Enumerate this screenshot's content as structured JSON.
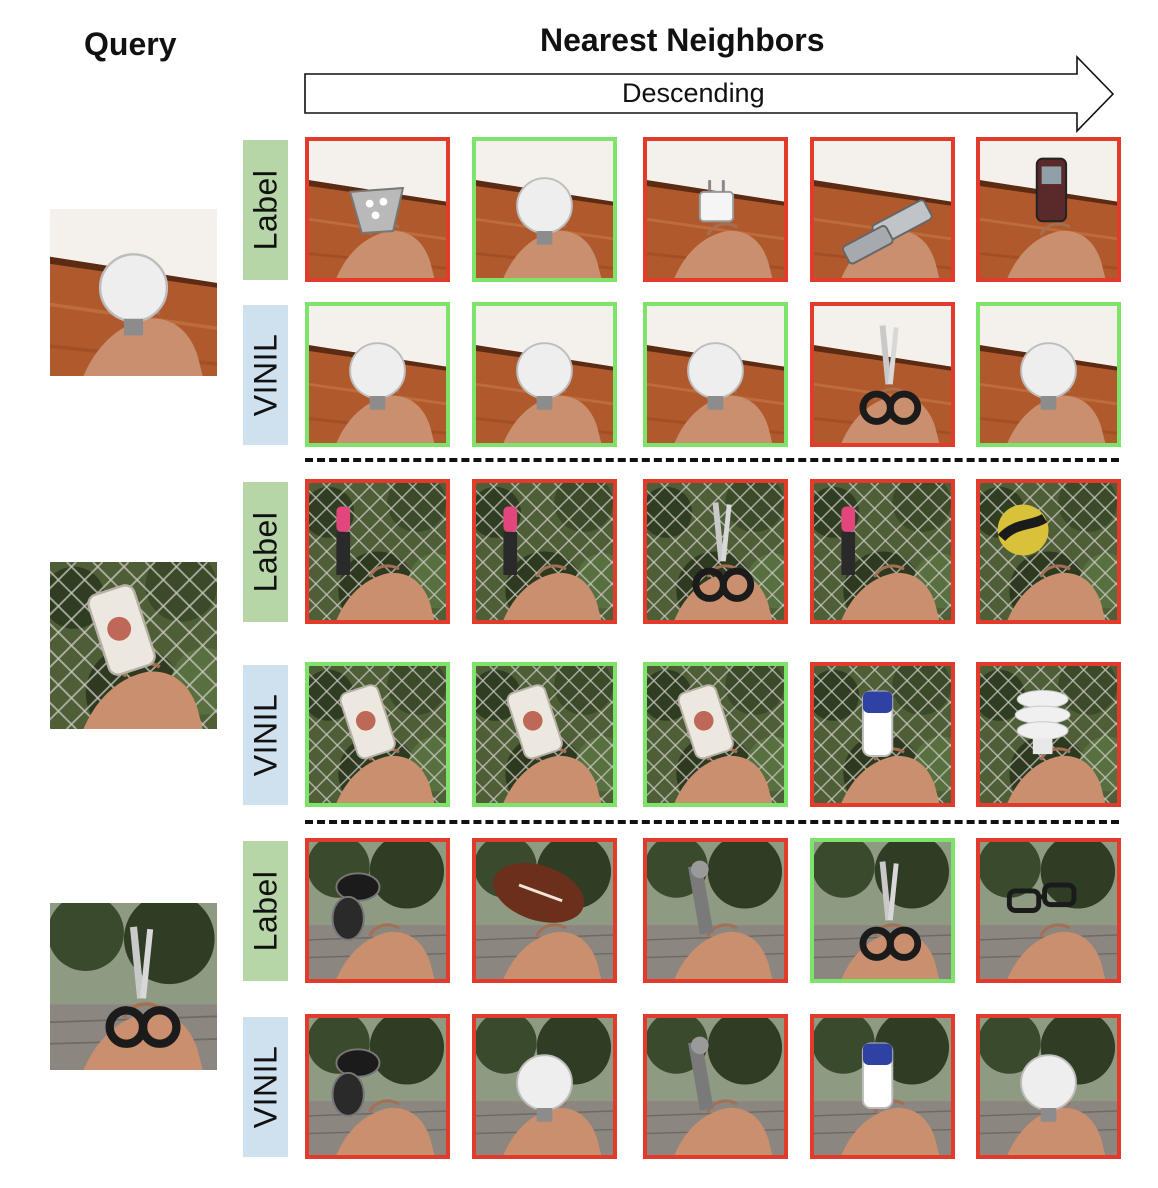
{
  "header": {
    "query_title": "Query",
    "neighbors_title": "Nearest Neighbors",
    "arrow_label": "Descending"
  },
  "groups": [
    {
      "query": {
        "scene": "indoor",
        "object": "bulb"
      },
      "rows": [
        {
          "method": "Label",
          "color": "#b7d6a7",
          "cells": [
            {
              "correct": false,
              "scene": "indoor",
              "object": "spotlight"
            },
            {
              "correct": true,
              "scene": "indoor",
              "object": "bulb"
            },
            {
              "correct": false,
              "scene": "indoor",
              "object": "plug"
            },
            {
              "correct": false,
              "scene": "indoor",
              "object": "flipphone"
            },
            {
              "correct": false,
              "scene": "indoor",
              "object": "phone"
            }
          ]
        },
        {
          "method": "VINIL",
          "color": "#cfe0ef",
          "cells": [
            {
              "correct": true,
              "scene": "indoor",
              "object": "bulb"
            },
            {
              "correct": true,
              "scene": "indoor",
              "object": "bulb"
            },
            {
              "correct": true,
              "scene": "indoor",
              "object": "bulb"
            },
            {
              "correct": false,
              "scene": "indoor",
              "object": "scissors"
            },
            {
              "correct": true,
              "scene": "indoor",
              "object": "bulb"
            }
          ]
        }
      ]
    },
    {
      "query": {
        "scene": "garden",
        "object": "can"
      },
      "rows": [
        {
          "method": "Label",
          "color": "#b7d6a7",
          "cells": [
            {
              "correct": false,
              "scene": "garden",
              "object": "marker"
            },
            {
              "correct": false,
              "scene": "garden",
              "object": "marker"
            },
            {
              "correct": false,
              "scene": "garden",
              "object": "scissors"
            },
            {
              "correct": false,
              "scene": "garden",
              "object": "marker"
            },
            {
              "correct": false,
              "scene": "garden",
              "object": "ball"
            }
          ]
        },
        {
          "method": "VINIL",
          "color": "#cfe0ef",
          "cells": [
            {
              "correct": true,
              "scene": "garden",
              "object": "can"
            },
            {
              "correct": true,
              "scene": "garden",
              "object": "can"
            },
            {
              "correct": true,
              "scene": "garden",
              "object": "can"
            },
            {
              "correct": false,
              "scene": "garden",
              "object": "bottle"
            },
            {
              "correct": false,
              "scene": "garden",
              "object": "spiralbulb"
            }
          ]
        }
      ]
    },
    {
      "query": {
        "scene": "patio",
        "object": "scissors"
      },
      "rows": [
        {
          "method": "Label",
          "color": "#b7d6a7",
          "cells": [
            {
              "correct": false,
              "scene": "patio",
              "object": "sunglasses"
            },
            {
              "correct": false,
              "scene": "patio",
              "object": "football"
            },
            {
              "correct": false,
              "scene": "patio",
              "object": "corkscrew"
            },
            {
              "correct": true,
              "scene": "patio",
              "object": "scissors"
            },
            {
              "correct": false,
              "scene": "patio",
              "object": "glasses"
            }
          ]
        },
        {
          "method": "VINIL",
          "color": "#cfe0ef",
          "cells": [
            {
              "correct": false,
              "scene": "patio",
              "object": "sunglasses"
            },
            {
              "correct": false,
              "scene": "patio",
              "object": "bulb"
            },
            {
              "correct": false,
              "scene": "patio",
              "object": "corkscrew"
            },
            {
              "correct": false,
              "scene": "patio",
              "object": "bottle"
            },
            {
              "correct": false,
              "scene": "patio",
              "object": "bulb"
            }
          ]
        }
      ]
    }
  ]
}
